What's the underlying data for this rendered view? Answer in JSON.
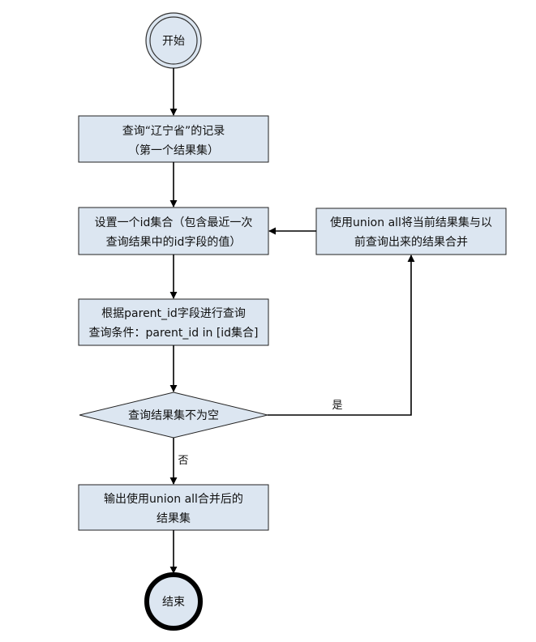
{
  "nodes": {
    "start": {
      "label": "开始"
    },
    "query_liaoning": {
      "line1": "查询“辽宁省”的记录",
      "line2": "（第一个结果集）"
    },
    "set_id_collection": {
      "line1": "设置一个id集合（包含最近一次",
      "line2": "查询结果中的id字段的值）"
    },
    "union_all": {
      "line1": "使用union all将当前结果集与以",
      "line2": "前查询出来的结果合并"
    },
    "query_by_parent": {
      "line1": "根据parent_id字段进行查询",
      "line2": "查询条件：parent_id in [id集合]"
    },
    "decision": {
      "label": "查询结果集不为空"
    },
    "output": {
      "line1": "输出使用union all合并后的",
      "line2": "结果集"
    },
    "end": {
      "label": "结束"
    }
  },
  "edges": {
    "yes_label": "是",
    "no_label": "否"
  },
  "colors": {
    "box_fill": "#dce6f1",
    "stroke": "#222222"
  }
}
